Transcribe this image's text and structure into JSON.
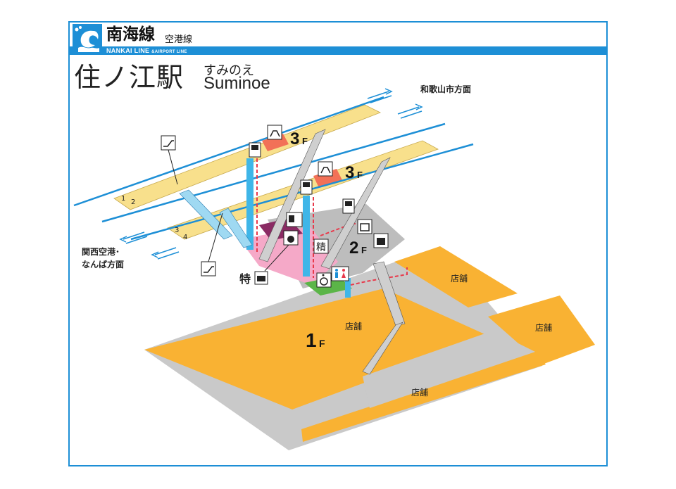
{
  "header": {
    "company_jp": "南海線",
    "line_jp": "空港線",
    "company_en": "NANKAI LINE",
    "line_en": "&AIRPORT LINE"
  },
  "station": {
    "name_jp": "住ノ江駅",
    "name_kana": "すみのえ",
    "name_roman": "Suminoe"
  },
  "directions": {
    "north": "和歌山市方面",
    "south_line1": "関西空港･",
    "south_line2": "なんば方面"
  },
  "tracks": [
    "1",
    "2",
    "3",
    "4"
  ],
  "floors": {
    "upper_a": {
      "num": "3",
      "suffix": "F"
    },
    "upper_b": {
      "num": "3",
      "suffix": "F"
    },
    "mid": {
      "num": "2",
      "suffix": "F"
    },
    "ground": {
      "num": "1",
      "suffix": "F"
    }
  },
  "shops": [
    "店舗",
    "店舗",
    "店舗",
    "店舗"
  ],
  "symbols": {
    "seisan": "精",
    "tokkyu": "特"
  },
  "colors": {
    "brand_blue": "#1d8fd6",
    "platform": "#f8e08c",
    "concourse_pink": "#f5a9c8",
    "ground": "#f9b233",
    "walkway": "#cfcfcf",
    "elevator": "#3fb6e8"
  }
}
